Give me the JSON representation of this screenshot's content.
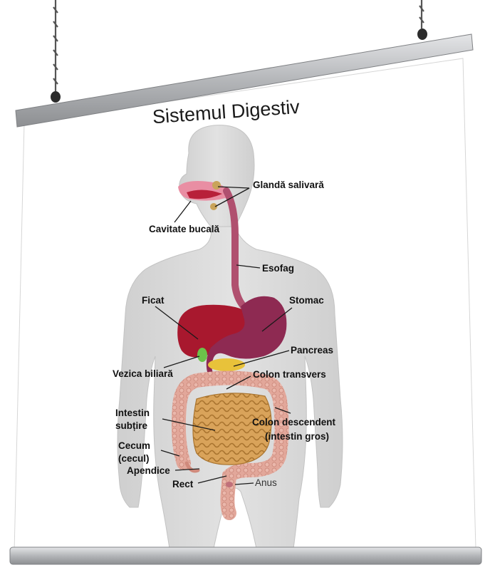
{
  "title": "Sistemul Digestiv",
  "labels": {
    "salivary_gland": "Glandă salivară",
    "oral_cavity": "Cavitate bucală",
    "esophagus": "Esofag",
    "liver": "Ficat",
    "stomach": "Stomac",
    "pancreas": "Pancreas",
    "gallbladder": "Vezica biliară",
    "transverse_colon": "Colon transvers",
    "small_intestine_line1": "Intestin",
    "small_intestine_line2": "subțire",
    "descending_colon_line1": "Colon descendent",
    "descending_colon_line2": "(intestin gros)",
    "cecum_line1": "Cecum",
    "cecum_line2": "(cecul)",
    "appendix": "Apendice",
    "rectum": "Rect",
    "anus": "Anus"
  },
  "colors": {
    "body": "#d9d9d9",
    "liver": "#a8182e",
    "stomach": "#8e2a52",
    "esophagus": "#b0506f",
    "pancreas": "#e8c23a",
    "gallbladder": "#6cc24a",
    "small_intestine": "#d9a35a",
    "large_intestine": "#e2a79a",
    "rail": "#b8babd"
  }
}
